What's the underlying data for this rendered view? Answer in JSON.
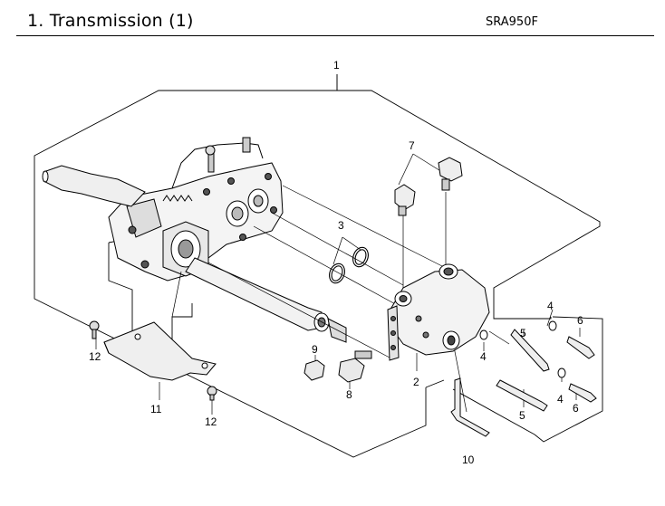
{
  "header": {
    "title": "1. Transmission (1)",
    "model": "SRA950F"
  },
  "callouts": {
    "c1": "1",
    "c2": "2",
    "c3": "3",
    "c4a": "4",
    "c4b": "4",
    "c4c": "4",
    "c5a": "5",
    "c5b": "5",
    "c6a": "6",
    "c6b": "6",
    "c7": "7",
    "c8": "8",
    "c9": "9",
    "c10": "10",
    "c11": "11",
    "c12a": "12",
    "c12b": "12"
  }
}
